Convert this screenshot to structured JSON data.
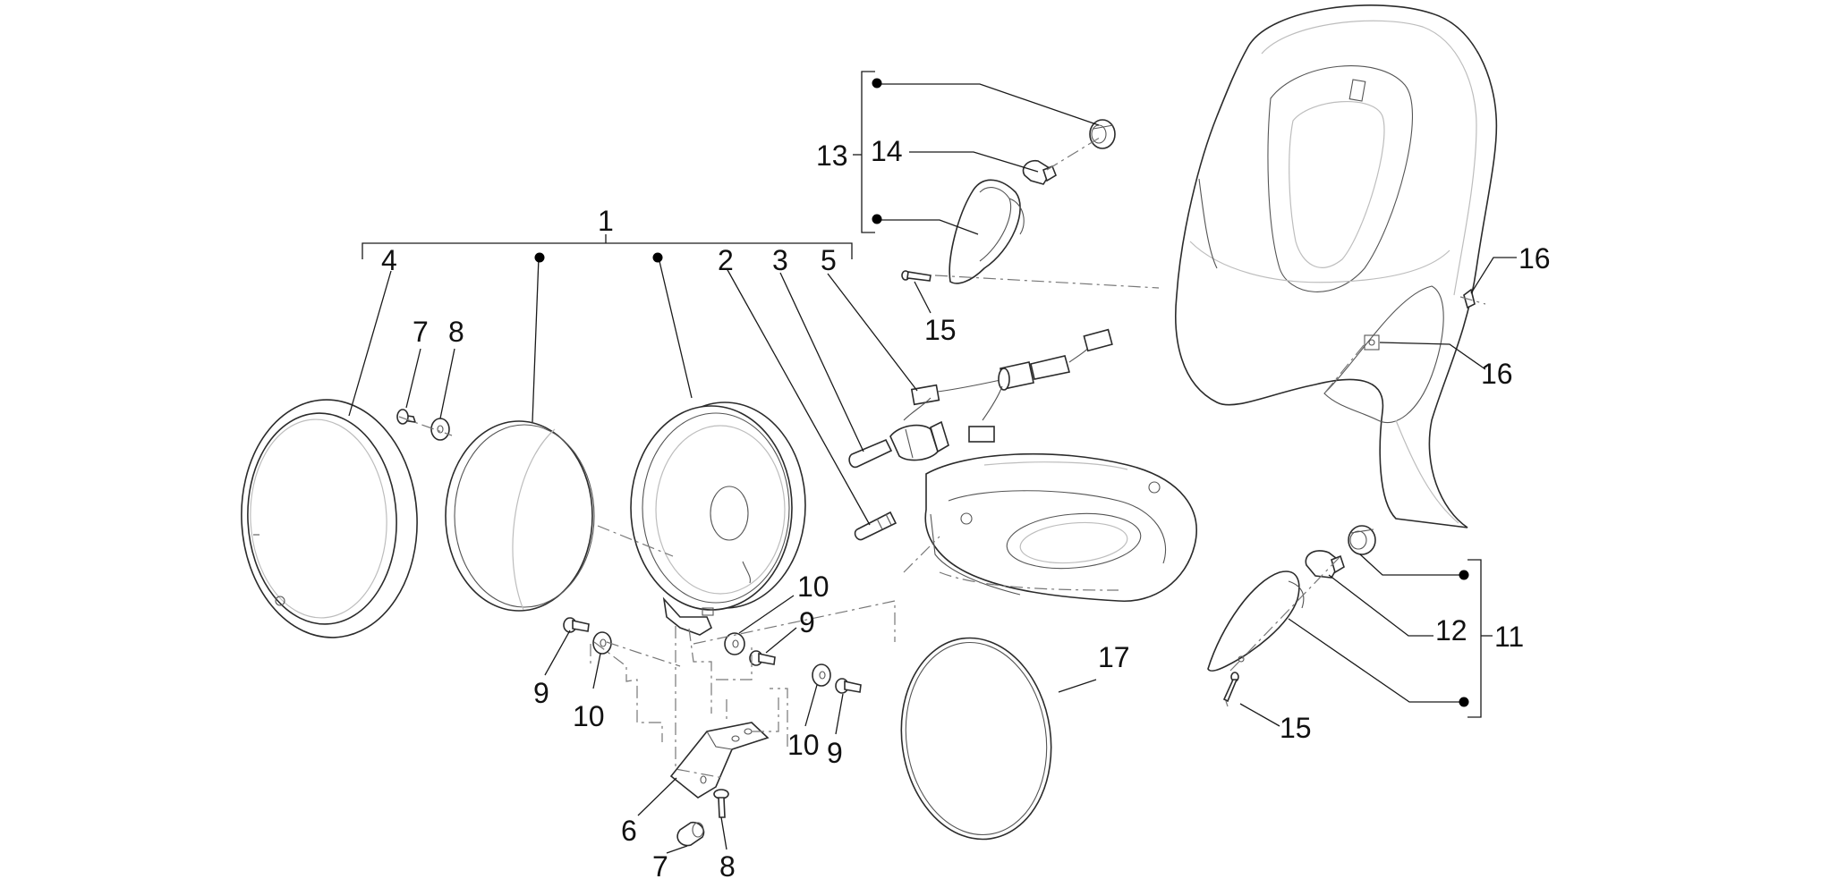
{
  "callouts": {
    "c1": "1",
    "c2": "2",
    "c3": "3",
    "c4": "4",
    "c5": "5",
    "c6": "6",
    "c7a": "7",
    "c7b": "7",
    "c8a": "8",
    "c8b": "8",
    "c9a": "9",
    "c9b": "9",
    "c9c": "9",
    "c10a": "10",
    "c10b": "10",
    "c10c": "10",
    "c11": "11",
    "c12": "12",
    "c13": "13",
    "c14": "14",
    "c15a": "15",
    "c15b": "15",
    "c16a": "16",
    "c16b": "16",
    "c17": "17"
  },
  "colors": {
    "line": "#2b2b2b",
    "background": "#ffffff",
    "bullet": "#000000"
  }
}
